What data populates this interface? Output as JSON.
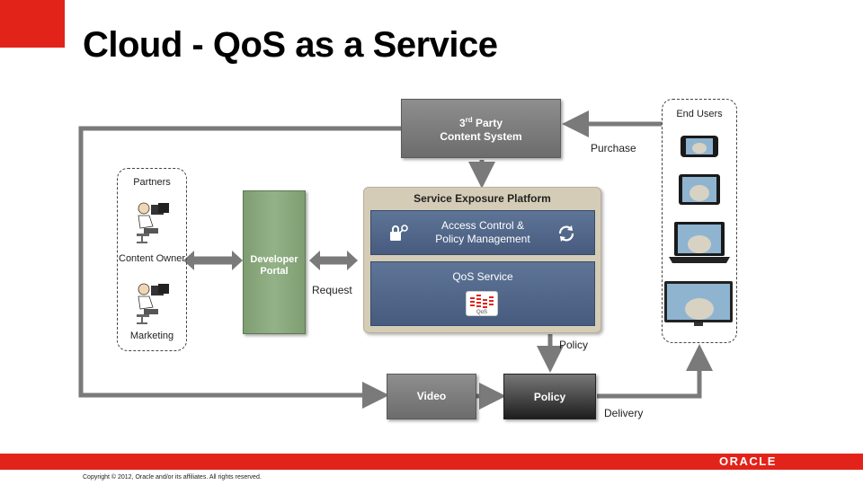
{
  "title": "Cloud - QoS as a Service",
  "partners": {
    "caption": "Partners",
    "content_owner": "Content Owner",
    "marketing": "Marketing"
  },
  "developer_portal": {
    "line1": "Developer",
    "line2": "Portal"
  },
  "third_party": {
    "line1": "3",
    "sup": "rd",
    "line1_rest": " Party",
    "line2": "Content  System"
  },
  "service_exposure_platform": {
    "title": "Service Exposure Platform",
    "access_control": {
      "line1": "Access Control &",
      "line2": "Policy Management"
    },
    "qos_service": {
      "label": "QoS Service",
      "icon_text": "QoS"
    }
  },
  "video": "Video",
  "policy_box": "Policy",
  "end_users": "End Users",
  "labels": {
    "purchase": "Purchase",
    "request": "Request",
    "policy": "Policy",
    "delivery": "Delivery"
  },
  "footer": {
    "copyright": "Copyright © 2012, Oracle and/or its affiliates. All rights reserved.",
    "logo": "ORACLE"
  },
  "colors": {
    "accent_red": "#e2231a",
    "portal_green": "#94b287",
    "platform_tan": "#d4ccb6",
    "service_blue": "#465b7e",
    "connector_grey": "#7a7a7a"
  }
}
